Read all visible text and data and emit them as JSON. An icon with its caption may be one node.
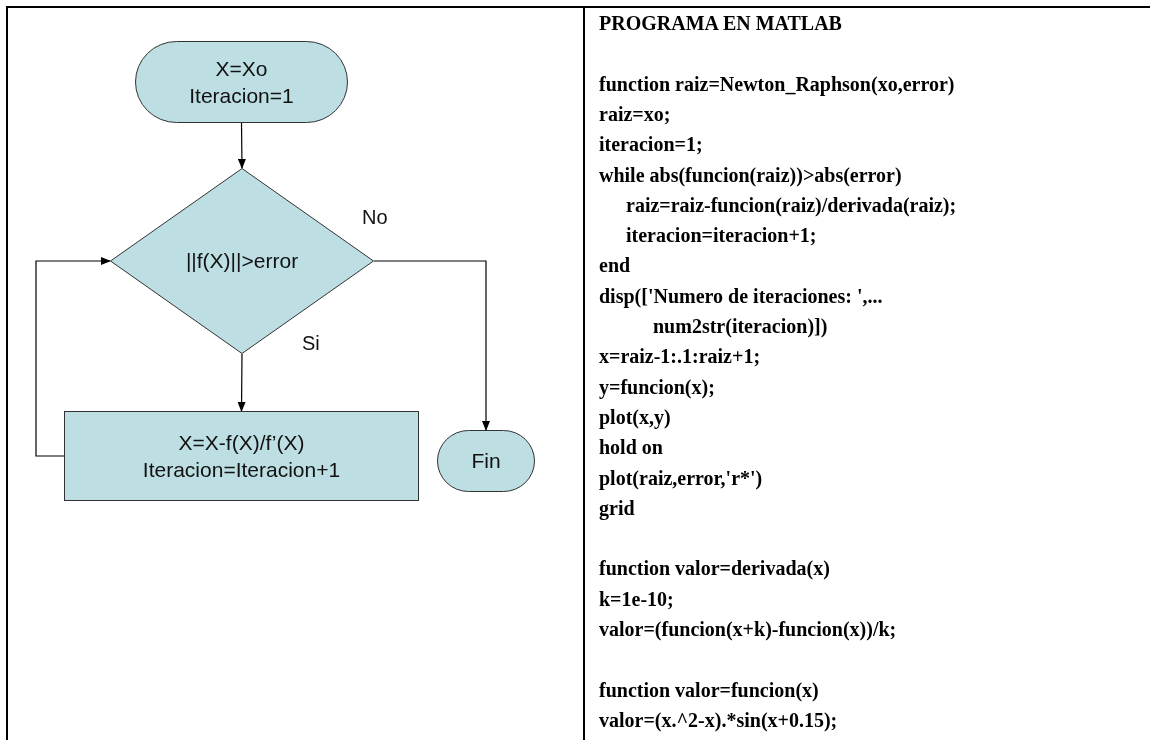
{
  "diagram": {
    "nodes": [
      {
        "text": [
          "X=Xo Iteracion=1"
        ]
      },
      {
        "text": [
          "||f(X)||>error"
        ]
      },
      {
        "text": [
          "X=X-f(X)/f’(X) Iteracion=Iteracion+1"
        ]
      },
      {
        "text": [
          "Fin"
        ]
      }
    ],
    "edges": [
      {
        "from": 0,
        "to": 1,
        "arrow": "to"
      },
      {
        "from": 1,
        "to": 2,
        "arrow": "to",
        "label": "Si"
      },
      {
        "from": 1,
        "to": 3,
        "arrow": "to",
        "label": "No"
      },
      {
        "from": 2,
        "to": 1,
        "arrow": "to"
      }
    ],
    "labels": [
      "PROGRAMA EN MATLAB",
      "function raiz=Newton_Raphson(xo,error)",
      "raiz=xo;",
      "iteracion=1;",
      "while abs(funcion(raiz))>abs(error)",
      "raiz=raiz-funcion(raiz)/derivada(raiz);",
      "iteracion=iteracion+1;",
      "end",
      "disp(['Numero de iteraciones: ',...",
      "num2str(iteracion)])",
      "x=raiz-1:.1:raiz+1;",
      "y=funcion(x);",
      "plot(x,y)",
      "hold on",
      "plot(raiz,error,'r*')",
      "grid",
      "function valor=derivada(x)",
      "k=1e-10;",
      "valor=(funcion(x+k)-funcion(x))/k;",
      "function valor=funcion(x)",
      "valor=(x.^2-x).*sin(x+0.15);"
    ]
  }
}
